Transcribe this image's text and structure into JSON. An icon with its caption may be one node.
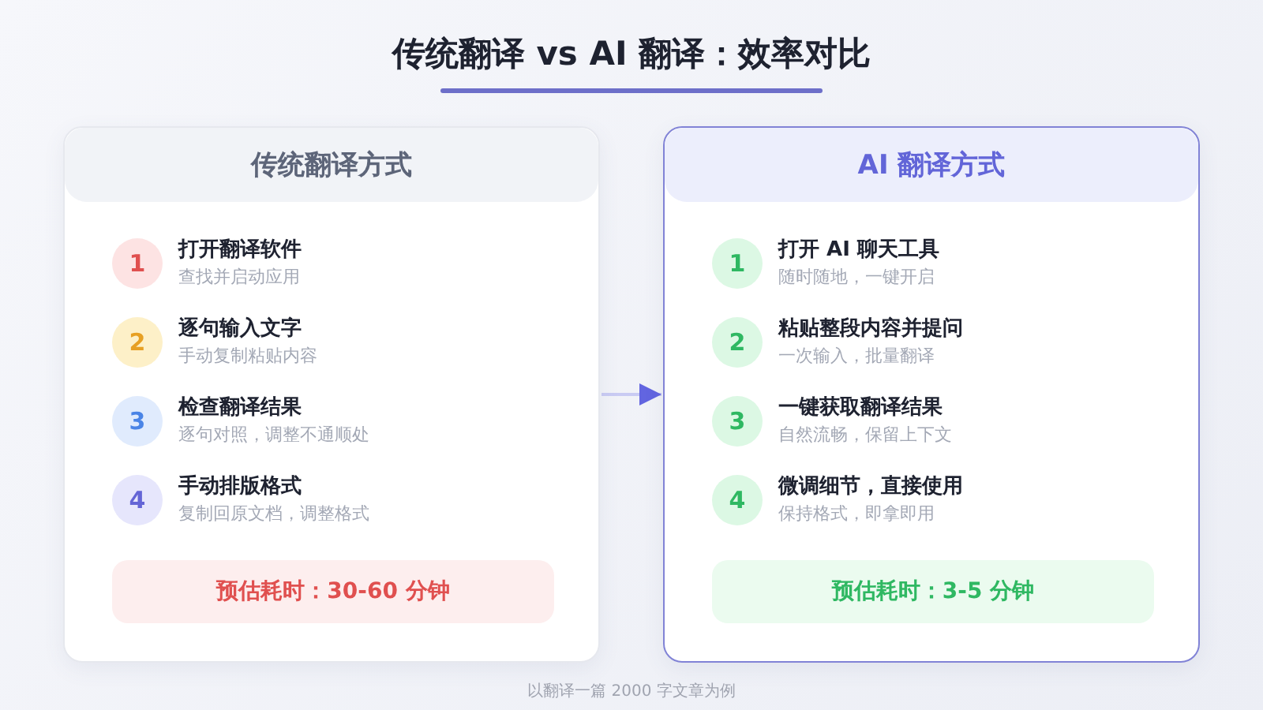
{
  "diagram": {
    "title": "传统翻译 vs AI 翻译：效率对比",
    "caption": "以翻译一篇 2000 字文章为例",
    "nodes": [
      {
        "text": [
          "传统翻译方式"
        ]
      },
      {
        "text": [
          "1"
        ],
        "in": 0,
        "beside": [
          "打开翻译软件",
          "查找并启动应用"
        ]
      },
      {
        "text": [
          "2"
        ],
        "in": 0,
        "beside": [
          "逐句输入文字",
          "手动复制粘贴内容"
        ]
      },
      {
        "text": [
          "3"
        ],
        "in": 0,
        "beside": [
          "检查翻译结果",
          "逐句对照，调整不通顺处"
        ]
      },
      {
        "text": [
          "4"
        ],
        "in": 0,
        "beside": [
          "手动排版格式",
          "复制回原文档，调整格式"
        ]
      },
      {
        "text": [
          "预估耗时：30-60 分钟"
        ],
        "in": 0
      },
      {
        "text": [
          "AI 翻译方式"
        ]
      },
      {
        "text": [
          "1"
        ],
        "in": 6,
        "beside": [
          "打开 AI 聊天工具",
          "随时随地，一键开启"
        ]
      },
      {
        "text": [
          "2"
        ],
        "in": 6,
        "beside": [
          "粘贴整段内容并提问",
          "一次输入，批量翻译"
        ]
      },
      {
        "text": [
          "3"
        ],
        "in": 6,
        "beside": [
          "一键获取翻译结果",
          "自然流畅，保留上下文"
        ]
      },
      {
        "text": [
          "4"
        ],
        "in": 6,
        "beside": [
          "微调细节，直接使用",
          "保持格式，即拿即用"
        ]
      },
      {
        "text": [
          "预估耗时：3-5 分钟"
        ],
        "in": 6
      }
    ],
    "edges": [
      {
        "from": 0,
        "to": 6,
        "arrow": "to"
      }
    ]
  }
}
